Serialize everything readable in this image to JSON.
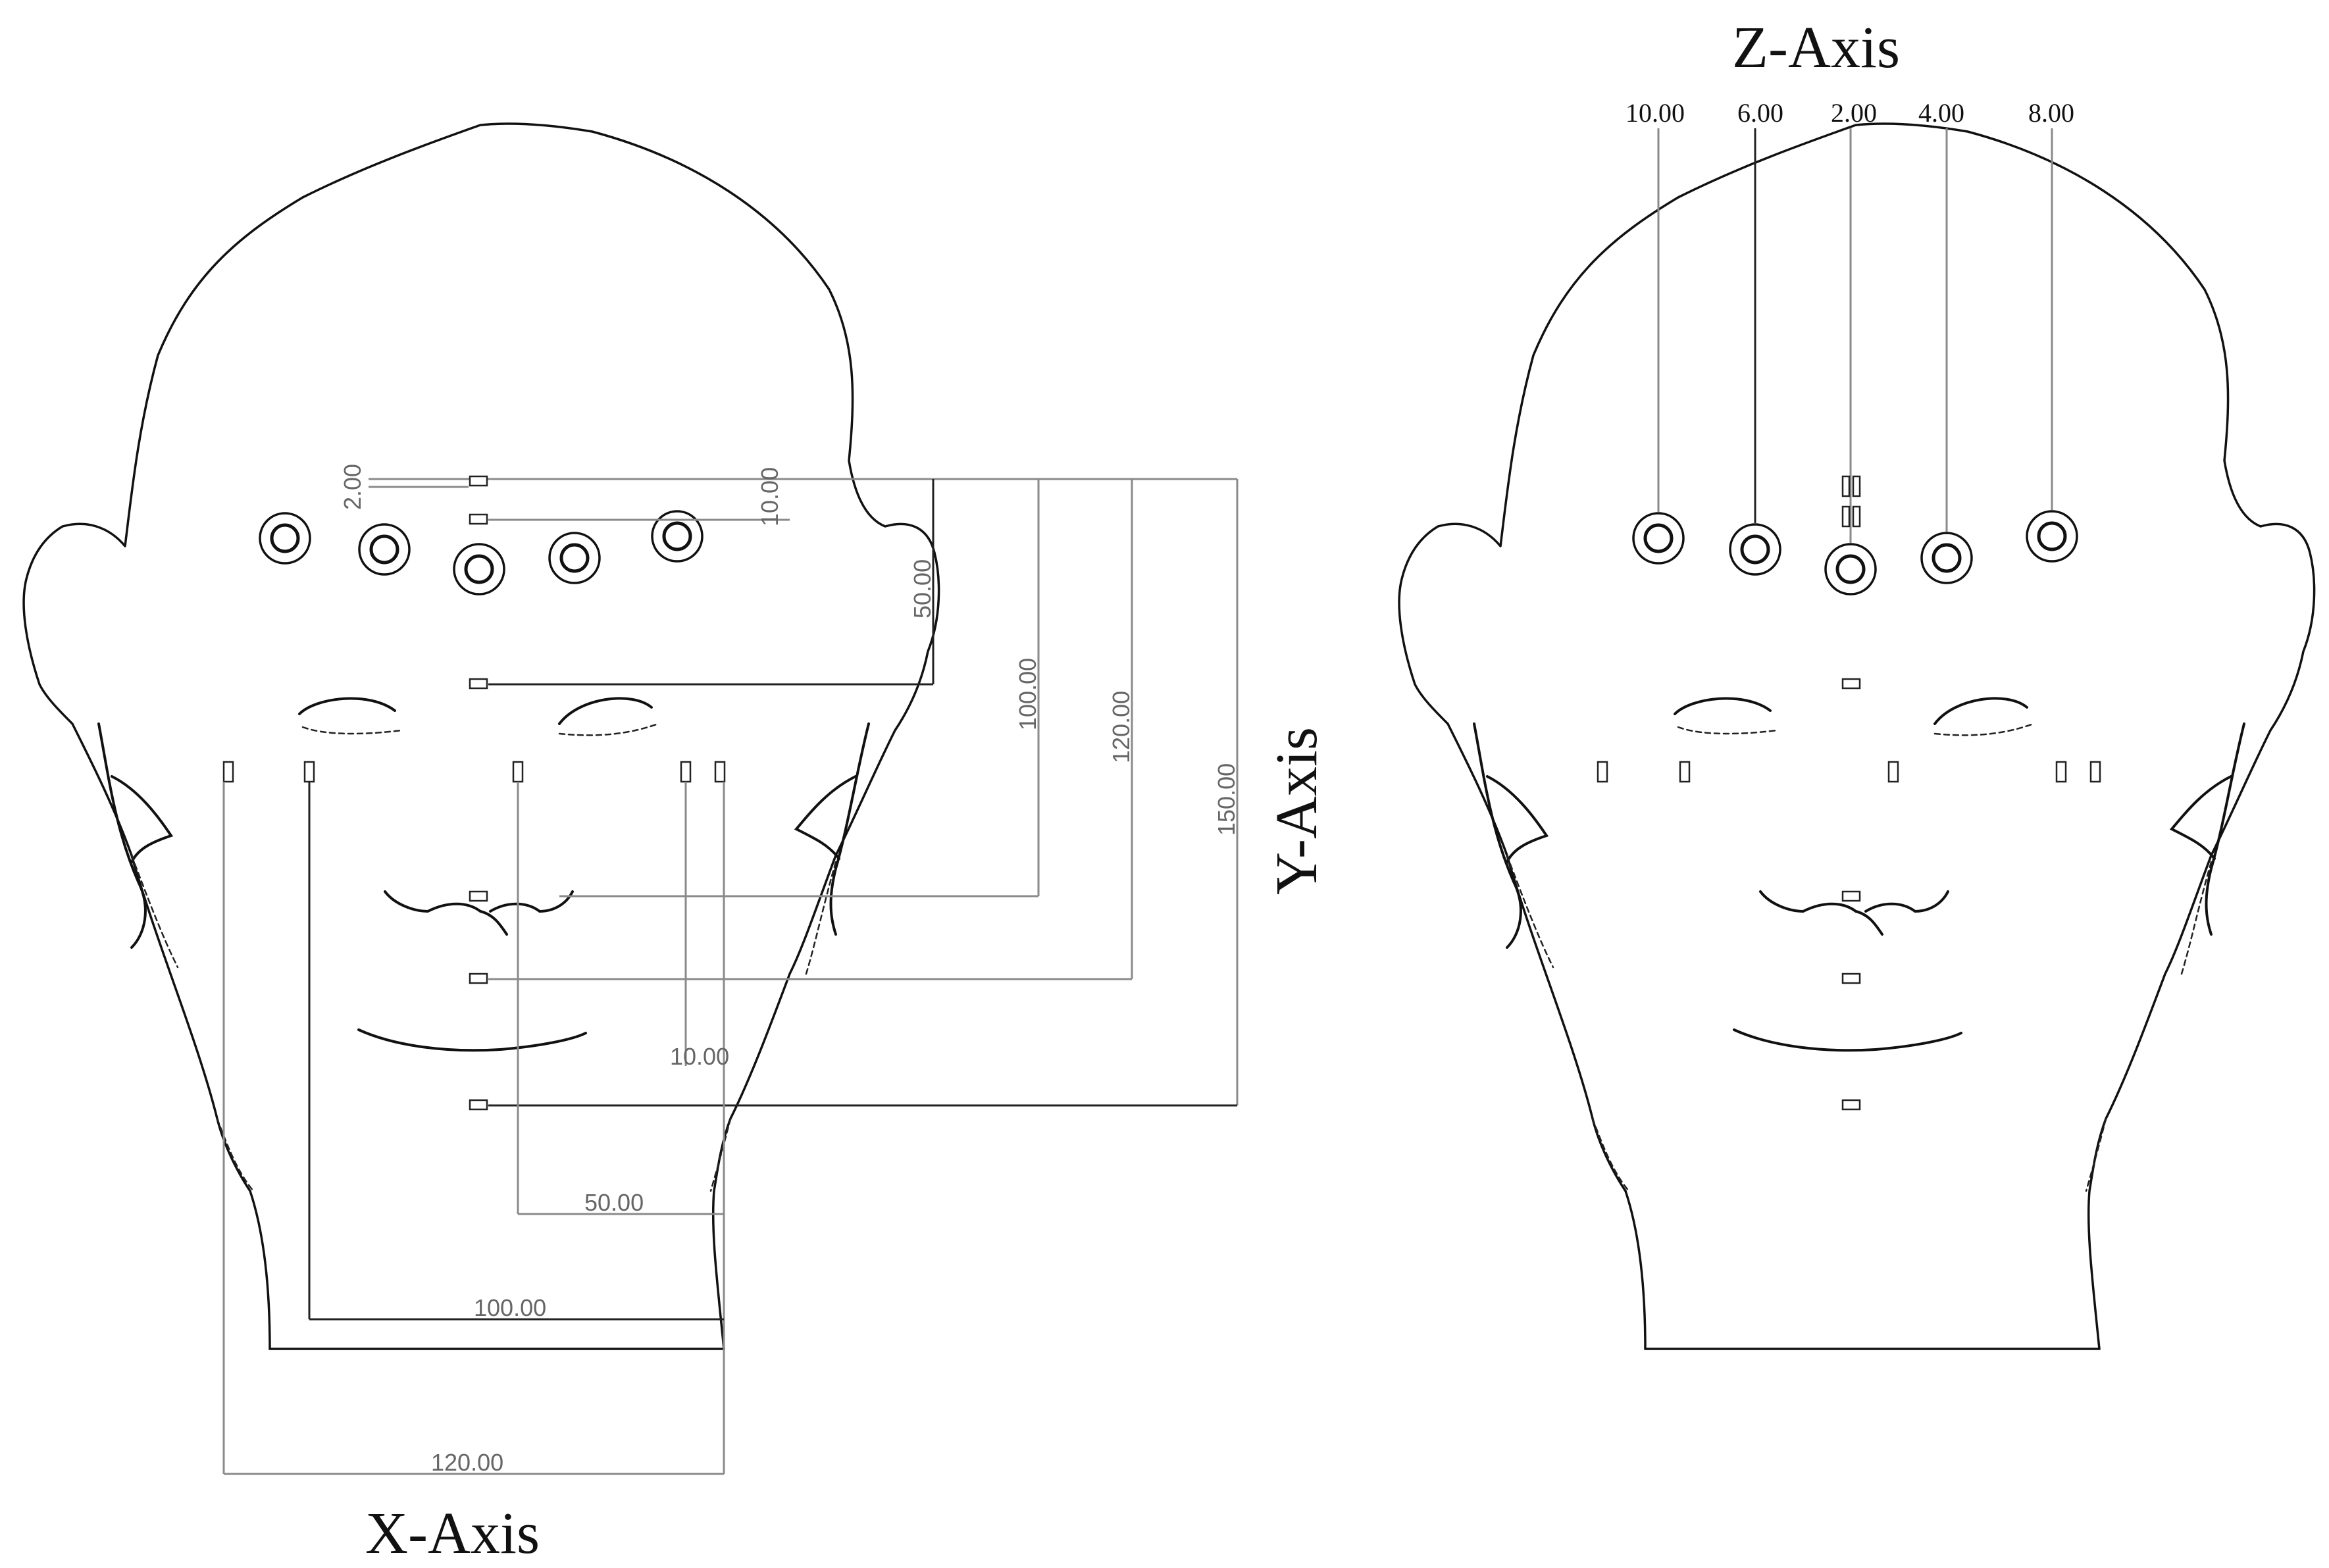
{
  "axis_titles": {
    "x": "X-Axis",
    "y": "Y-Axis",
    "z": "Z-Axis"
  },
  "left_head": {
    "top_offsets": {
      "a": "2.00",
      "b": "10.00"
    },
    "y_dimensions": [
      "50.00",
      "100.00",
      "120.00",
      "150.00"
    ],
    "inner_offset": "10.00",
    "x_dimensions": [
      "50.00",
      "100.00",
      "120.00"
    ]
  },
  "right_head": {
    "z_labels": [
      "10.00",
      "6.00",
      "2.00",
      "4.00",
      "8.00"
    ]
  }
}
